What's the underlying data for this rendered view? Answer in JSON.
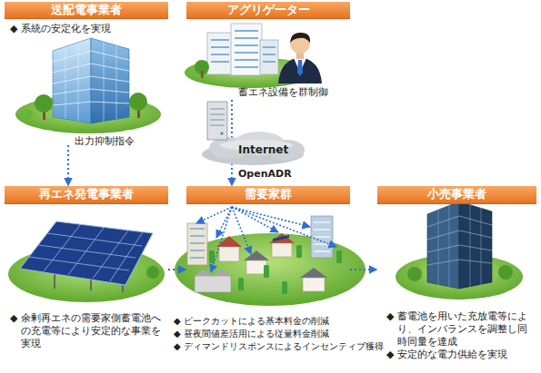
{
  "diagram": {
    "nodes": [
      {
        "text": [
          "送配電事業者",
          "◆ 系統の安定化を実現"
        ]
      },
      {
        "text": [
          "アグリゲーター"
        ]
      },
      {
        "text": [
          "再エネ発電事業者",
          "◆ 余剰再エネの需要家側蓄電池への充電等により安定的な事業を実現"
        ]
      },
      {
        "text": [
          "需要家群",
          "◆ ピークカットによる基本料金の削減",
          "◆ 昼夜間値差活用による従量料金削減",
          "◆ ディマンドリスポンスによるインセンティブ獲得"
        ]
      },
      {
        "text": [
          "小売事業者",
          "◆ 蓄電池を用いた充放電等により、インバランスを調整し同時同量を達成",
          "◆ 安定的な電力供給を実現"
        ]
      }
    ],
    "edges": [
      {
        "from": 0,
        "to": 2,
        "label": "出力抑制指令",
        "arrow": "to"
      },
      {
        "from": 1,
        "to": 3,
        "label": "蓄エネ設備を群制御",
        "arrow": "to"
      },
      {
        "from": 2,
        "to": 3,
        "arrow": "to"
      },
      {
        "from": 3,
        "to": 4,
        "arrow": "to"
      }
    ],
    "labels": [
      "Internet",
      "OpenADR"
    ]
  }
}
